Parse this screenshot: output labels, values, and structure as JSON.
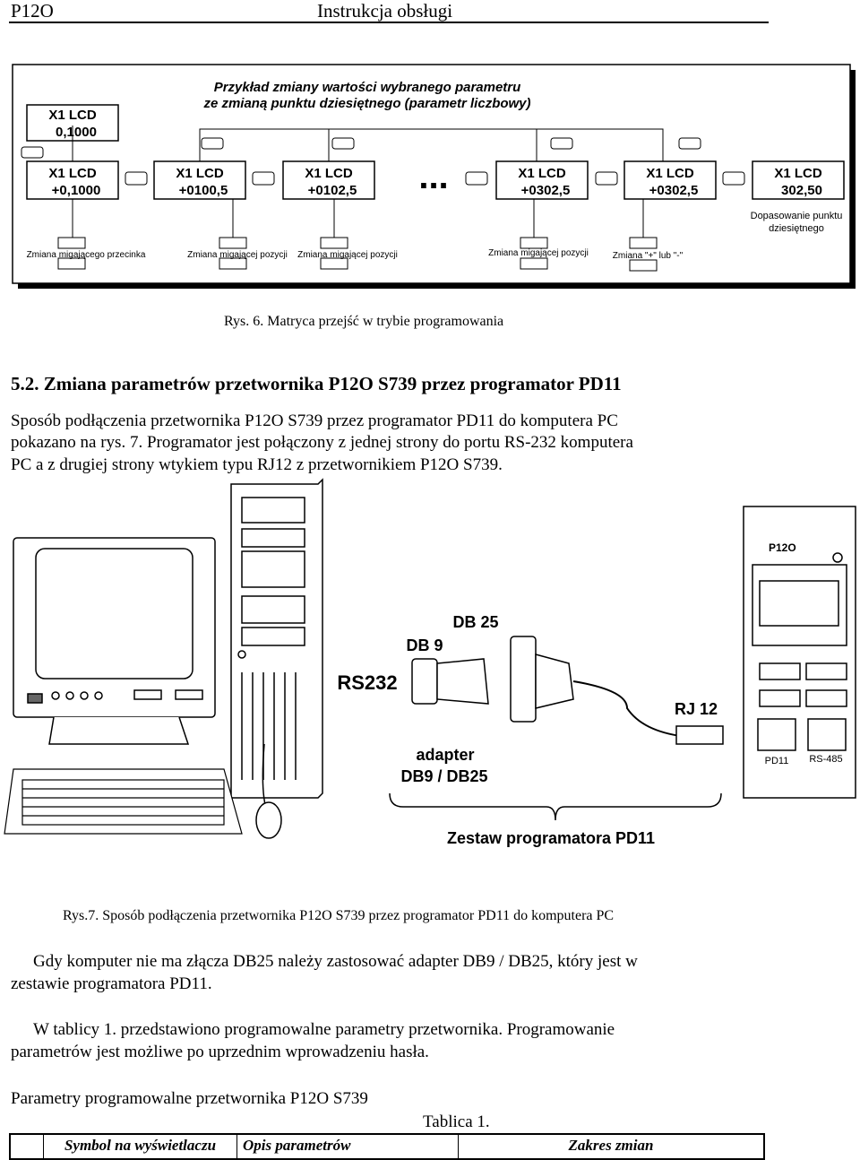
{
  "header": {
    "left": "P12O",
    "right": "Instrukcja obsługi"
  },
  "fig6": {
    "title1": "Przykład zmiany wartości wybranego parametru",
    "title2": "ze zmianą punktu dziesiętnego (parametr liczbowy)",
    "top_box": {
      "line1": "X1 LCD",
      "line2": "0,1000"
    },
    "boxes": [
      {
        "line1": "X1 LCD",
        "line2": "+0,1000"
      },
      {
        "line1": "X1 LCD",
        "line2": "+0100,5"
      },
      {
        "line1": "X1 LCD",
        "line2": "+0102,5"
      },
      {
        "line1": "X1 LCD",
        "line2": "+0302,5"
      },
      {
        "line1": "X1 LCD",
        "line2": "+0302,5"
      },
      {
        "line1": "X1 LCD",
        "line2": "302,50"
      }
    ],
    "ellipsis": "...",
    "labels": [
      "Zmiana migającego przecinka",
      "Zmiana migającej pozycji",
      "Zmiana migającej pozycji",
      "Zmiana migającej pozycji",
      "Zmiana \"+\" lub \"-\""
    ],
    "decimal_label1": "Dopasowanie punktu",
    "decimal_label2": "dziesiętnego",
    "caption": "Rys. 6. Matryca przejść w trybie programowania"
  },
  "section": {
    "heading": "5.2.  Zmiana parametrów przetwornika P12O S739 przez programator PD11",
    "p1_l1": "Sposób podłączenia przetwornika P12O S739 przez programator PD11 do komputera PC",
    "p1_l2": "pokazano na rys. 7. Programator jest połączony z jednej strony do portu RS-232 komputera",
    "p1_l3": "PC a z drugiej strony wtykiem typu RJ12 z przetwornikiem P12O S739."
  },
  "fig7": {
    "rs232": "RS232",
    "db9": "DB 9",
    "db25": "DB 25",
    "rj12": "RJ 12",
    "adapter1": "adapter",
    "adapter2": "DB9 / DB25",
    "kit": "Zestaw  programatora PD11",
    "device_name": "P12O",
    "port1": "PD11",
    "port2": "RS-485",
    "caption": "Rys.7. Sposób podłączenia przetwornika P12O S739 przez programator PD11 do komputera PC"
  },
  "p2_l1": "Gdy komputer nie ma złącza DB25 należy zastosować adapter DB9 / DB25, który jest w",
  "p2_l2": "zestawie programatora PD11.",
  "p3_l1": "W tablicy 1. przedstawiono programowalne parametry przetwornika. Programowanie",
  "p3_l2": "parametrów jest możliwe po uprzednim wprowadzeniu hasła.",
  "table_title": "Parametry programowalne przetwornika P12O S739",
  "table_label": "Tablica 1.",
  "table_headers": [
    "Symbol na wyświetlaczu",
    "Opis parametrów",
    "Zakres zmian"
  ]
}
